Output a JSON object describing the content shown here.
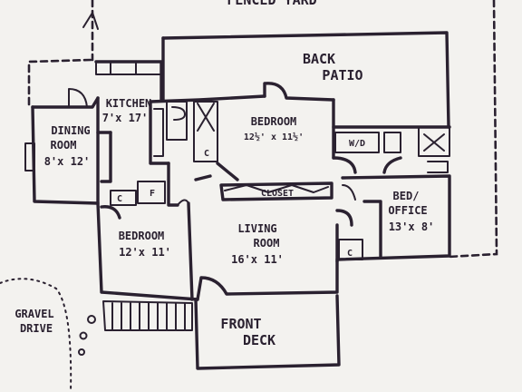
{
  "top_label": "FENCED YARD",
  "rooms": {
    "back_patio": {
      "line1": "BACK",
      "line2": "PATIO"
    },
    "kitchen": {
      "name": "KITCHEN",
      "dims": "7'x 17'"
    },
    "dining": {
      "line1": "DINING",
      "line2": "ROOM",
      "dims": "8'x 12'"
    },
    "bedroom_top": {
      "name": "BEDROOM",
      "dims": "12½' x 11½'"
    },
    "bedroom_left": {
      "name": "BEDROOM",
      "dims": "12'x 11'"
    },
    "living": {
      "line1": "LIVING",
      "line2": "ROOM",
      "dims": "16'x 11'"
    },
    "bed_office": {
      "line1": "BED/",
      "line2": "OFFICE",
      "dims": "13'x 8'"
    },
    "front_deck": {
      "line1": "FRONT",
      "line2": "DECK"
    },
    "gravel_drive": {
      "line1": "GRAVEL",
      "line2": "DRIVE"
    }
  },
  "fixtures": {
    "closet": "CLOSET",
    "washer_dryer": "W/D",
    "closet_marker": "C",
    "fridge_marker": "F"
  }
}
